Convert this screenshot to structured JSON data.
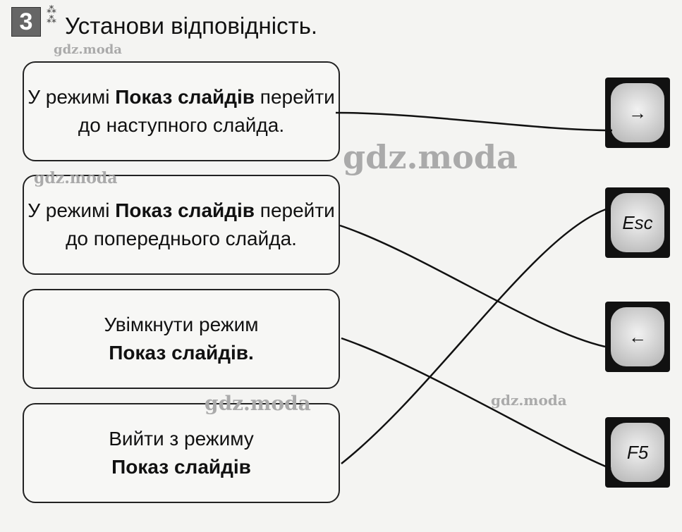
{
  "exercise": {
    "number": "3",
    "title": "Установи відповідність."
  },
  "watermark": "gdz.moda",
  "items": [
    {
      "pre": "У режимі ",
      "bold": "Показ слайдів",
      "post": " перейти до наступного слайда."
    },
    {
      "pre": "У режимі ",
      "bold": "Показ слайдів",
      "post": " перейти до попереднього слайда."
    },
    {
      "pre": "Увімкнути режим ",
      "bold": "Показ слайдів.",
      "post": ""
    },
    {
      "pre": "Вийти з режиму ",
      "bold": "Показ слайдів",
      "post": ""
    }
  ],
  "keys": [
    {
      "label": "→"
    },
    {
      "label": "Esc"
    },
    {
      "label": "←"
    },
    {
      "label": "F5"
    }
  ]
}
